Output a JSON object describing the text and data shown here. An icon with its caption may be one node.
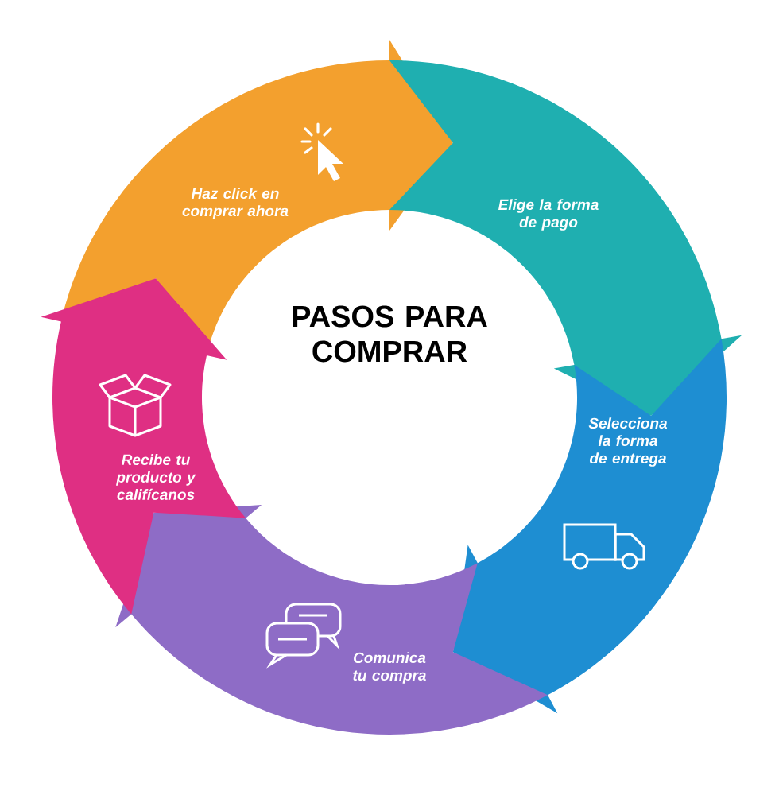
{
  "diagram": {
    "title": "PASOS PARA COMPRAR",
    "nodes": [
      {
        "text": [
          "Haz click en comprar ahora"
        ]
      },
      {
        "text": [
          "Elige la forma de pago"
        ]
      },
      {
        "text": [
          "Selecciona la forma de entrega"
        ]
      },
      {
        "text": [
          "Comunica tu compra"
        ]
      },
      {
        "text": [
          "Recibe tu producto y califícanos"
        ]
      }
    ]
  }
}
